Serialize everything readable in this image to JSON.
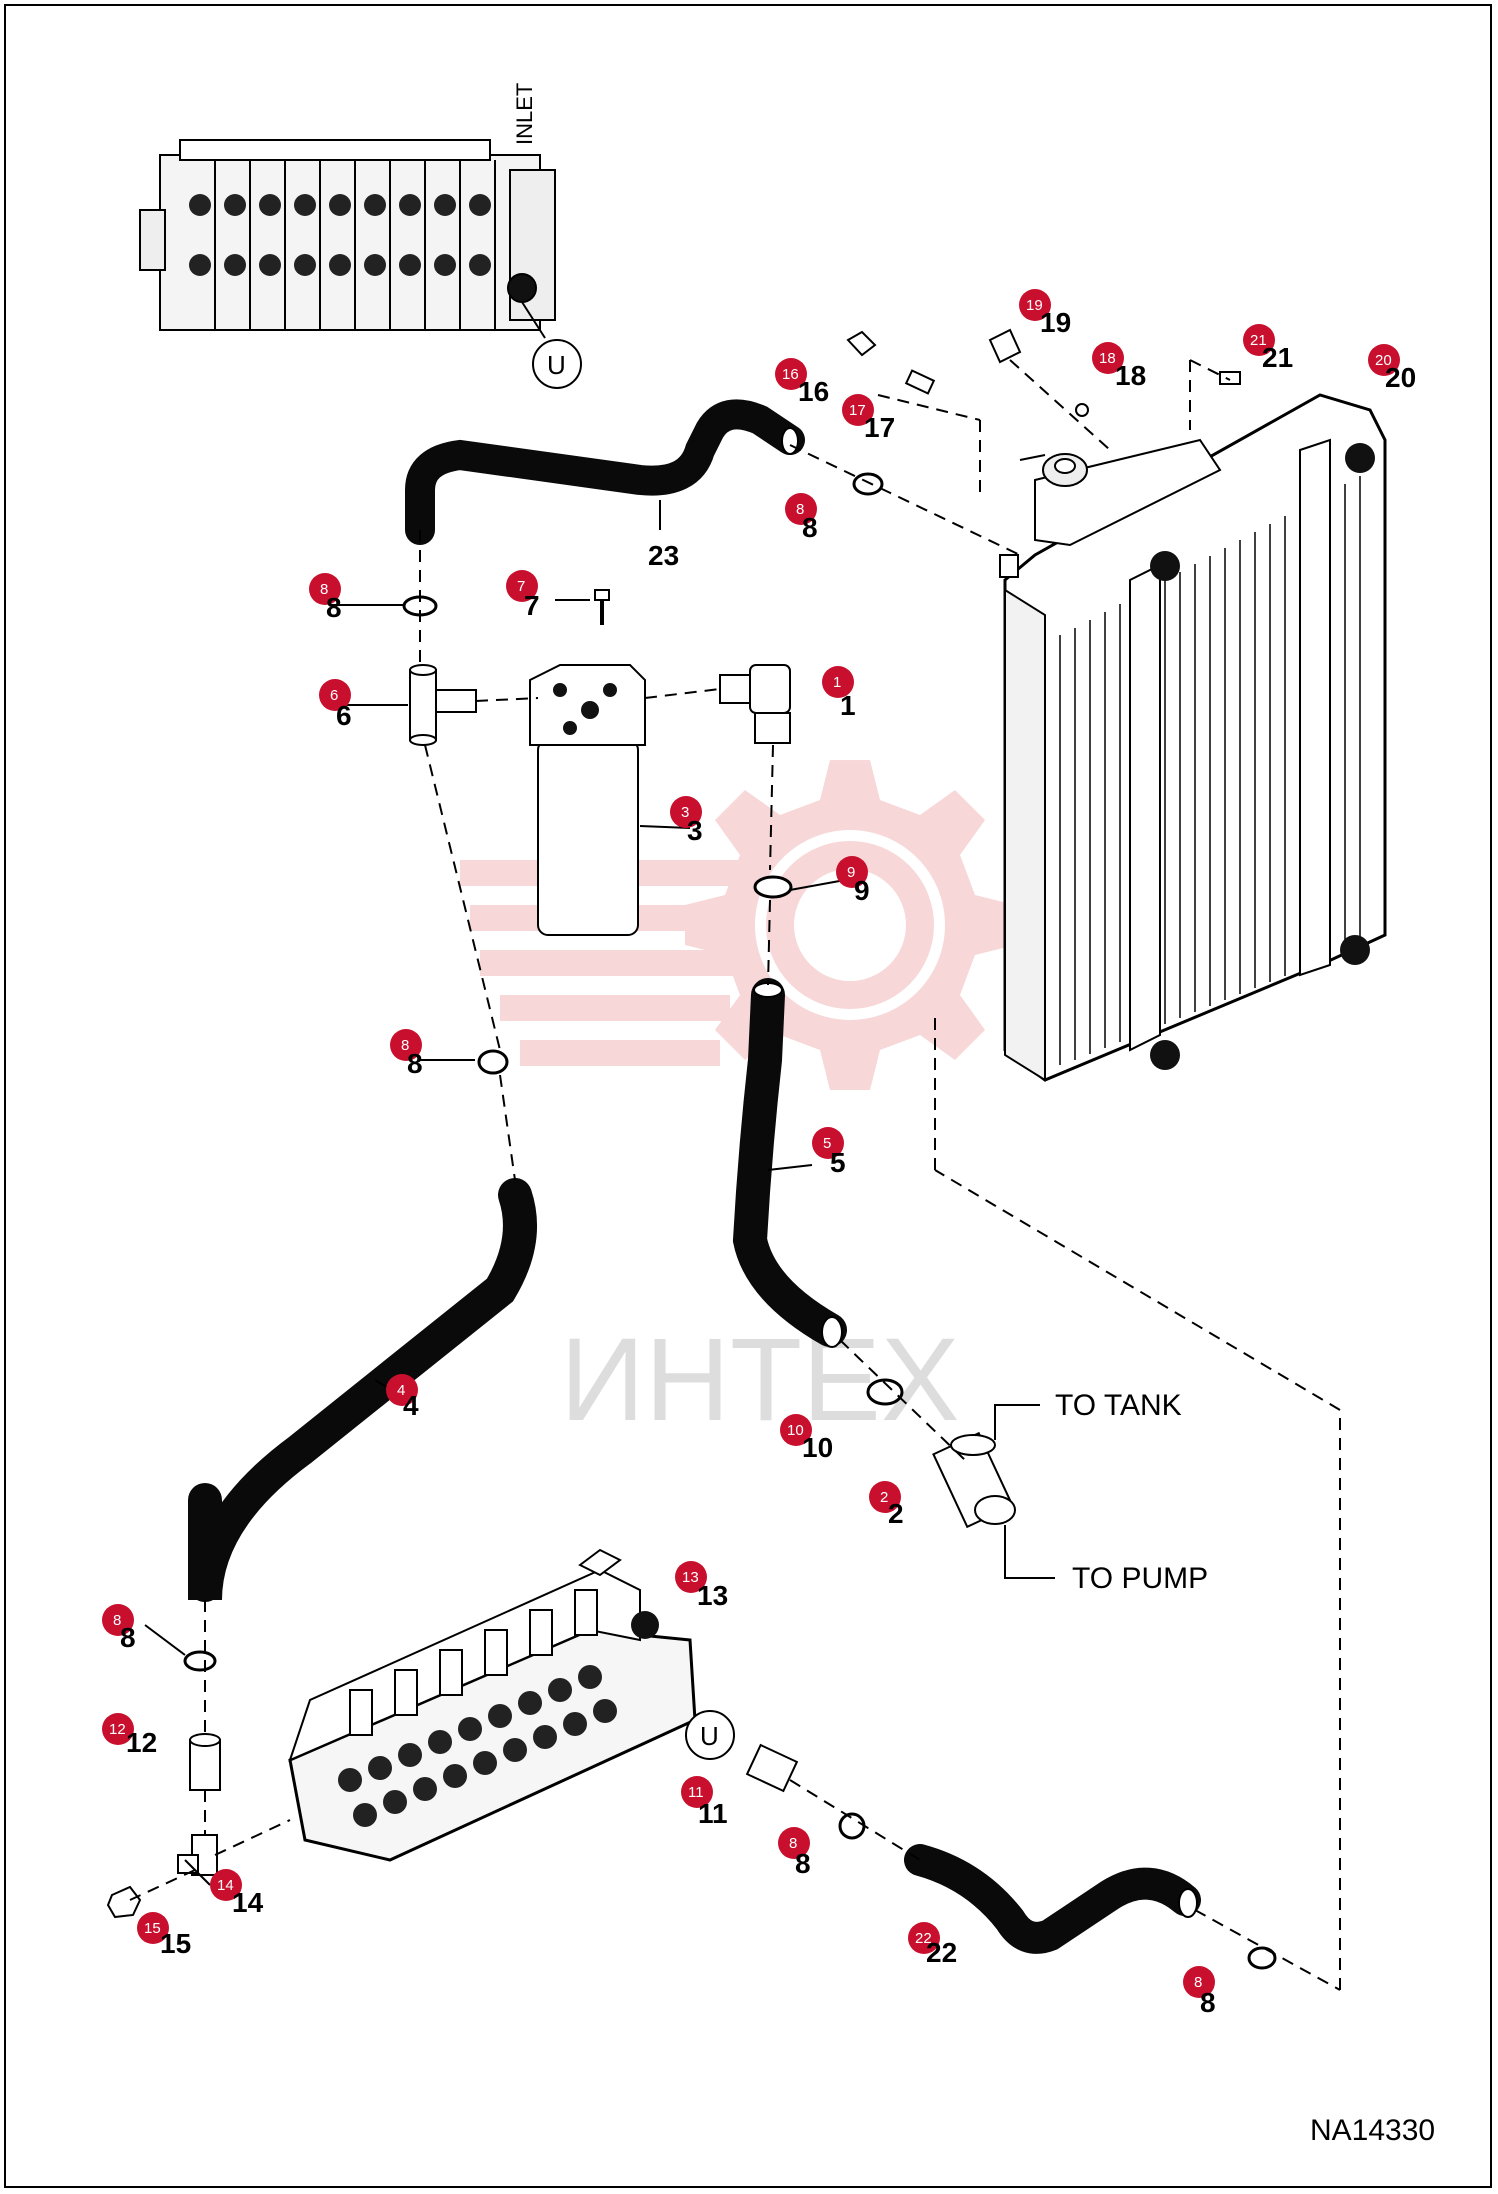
{
  "labels": {
    "inlet": "INLET",
    "to_tank": "TO TANK",
    "to_pump": "TO PUMP",
    "drawing_number": "NA14330",
    "port_u": "U",
    "watermark": "ИНТЕХ"
  },
  "callouts": [
    {
      "id": "c1",
      "num": "1",
      "text": "1"
    },
    {
      "id": "c2",
      "num": "2",
      "text": "2"
    },
    {
      "id": "c3",
      "num": "3",
      "text": "3"
    },
    {
      "id": "c4",
      "num": "4",
      "text": "4"
    },
    {
      "id": "c5",
      "num": "5",
      "text": "5"
    },
    {
      "id": "c6",
      "num": "6",
      "text": "6"
    },
    {
      "id": "c7",
      "num": "7",
      "text": "7"
    },
    {
      "id": "c8a",
      "num": "8",
      "text": "8"
    },
    {
      "id": "c8b",
      "num": "8",
      "text": "8"
    },
    {
      "id": "c8c",
      "num": "8",
      "text": "8"
    },
    {
      "id": "c8d",
      "num": "8",
      "text": "8"
    },
    {
      "id": "c8e",
      "num": "8",
      "text": "8"
    },
    {
      "id": "c8f",
      "num": "8",
      "text": "8"
    },
    {
      "id": "c9",
      "num": "9",
      "text": "9"
    },
    {
      "id": "c10",
      "num": "10",
      "text": "10"
    },
    {
      "id": "c11",
      "num": "11",
      "text": "11"
    },
    {
      "id": "c12",
      "num": "12",
      "text": "12"
    },
    {
      "id": "c13",
      "num": "13",
      "text": "13"
    },
    {
      "id": "c14",
      "num": "14",
      "text": "14"
    },
    {
      "id": "c15",
      "num": "15",
      "text": "15"
    },
    {
      "id": "c16",
      "num": "16",
      "text": "16"
    },
    {
      "id": "c17",
      "num": "17",
      "text": "17"
    },
    {
      "id": "c18",
      "num": "18",
      "text": "18"
    },
    {
      "id": "c19",
      "num": "19",
      "text": "19"
    },
    {
      "id": "c20",
      "num": "20",
      "text": "20"
    },
    {
      "id": "c21",
      "num": "21",
      "text": "21"
    },
    {
      "id": "c22",
      "num": "22",
      "text": "22"
    },
    {
      "id": "c23",
      "num": "23",
      "text": "23"
    }
  ],
  "colors": {
    "badge": "#c8102e",
    "line": "#000000",
    "hose": "#0a0a0a",
    "watermark": "#f2b8b8"
  }
}
